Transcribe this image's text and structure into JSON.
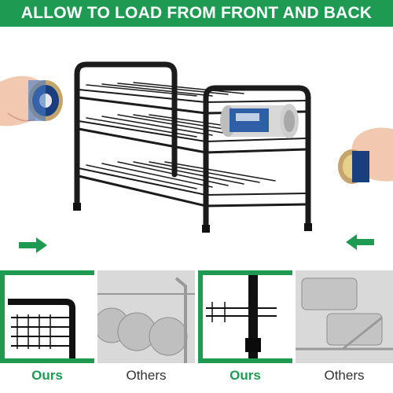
{
  "banner": {
    "text": "ALLOW TO LOAD FROM FRONT AND BACK"
  },
  "colors": {
    "brand_green": "#1f9a52",
    "rack_black": "#1b1b1b",
    "can_silver": "#c9c9c9"
  },
  "icons": {
    "left_arrow": "arrow-right-icon",
    "right_arrow": "arrow-left-icon"
  },
  "comparison": [
    {
      "ours_label": "Ours",
      "others_label": "Others"
    },
    {
      "ours_label": "Ours",
      "others_label": "Others"
    }
  ]
}
